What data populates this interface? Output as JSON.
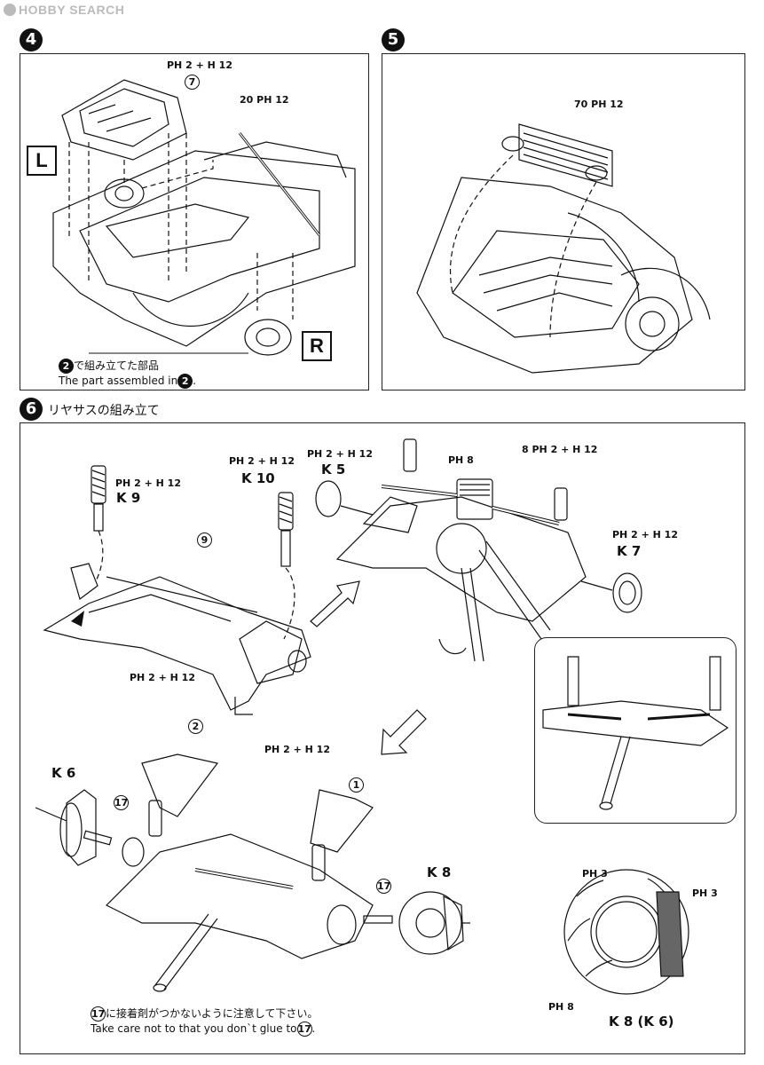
{
  "watermark": "HOBBY SEARCH",
  "steps": {
    "s4": "4",
    "s5": "5",
    "s6": "6",
    "s2_ref": "2"
  },
  "section6_title": "リヤサスの組み立て",
  "side_labels": {
    "left": "L",
    "right": "R"
  },
  "panel4": {
    "callout_top": "PH 2 + H 12",
    "part_7": "7",
    "callout_20": "20 PH 12",
    "note_jp": "で組み立てた部品",
    "note_en": "The part assembled in"
  },
  "panel5": {
    "callout_70": "70 PH 12"
  },
  "panel6": {
    "k9_callout": "PH 2 + H 12",
    "k9": "K 9",
    "k10_callout": "PH 2 + H 12",
    "k10": "K 10",
    "k5_callout": "PH 2 + H 12",
    "k5": "K 5",
    "ph8": "PH 8",
    "part8_callout": "8 PH 2 + H 12",
    "k7_callout": "PH 2 + H 12",
    "k7": "K 7",
    "part9": "9",
    "frame_callout": "PH 2 + H 12",
    "part2": "2",
    "arms_callout": "PH 2 + H 12",
    "part1": "1",
    "k6": "K 6",
    "part17a": "17",
    "part17b": "17",
    "k8": "K 8",
    "disc_ph3a": "PH 3",
    "disc_ph3b": "PH 3",
    "disc_ph8": "PH 8",
    "disc_k": "K 8 (K 6)",
    "note_jp": "に接着剤がつかないように注意して下さい。",
    "note_en": "Take care not to that you don`t glue to",
    "note_ref": "17"
  }
}
